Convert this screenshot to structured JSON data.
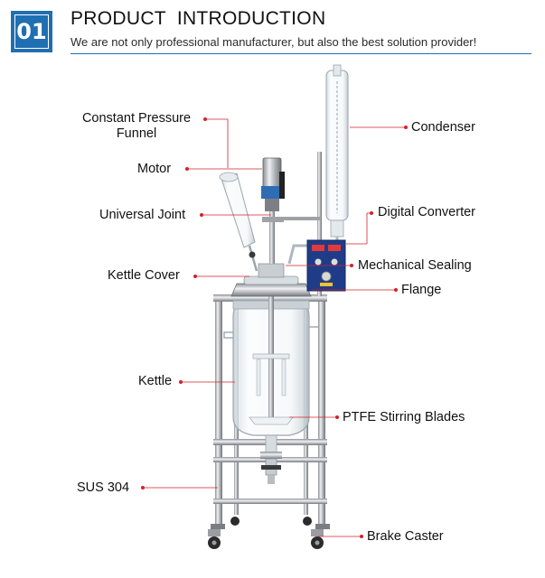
{
  "header": {
    "badge_number": "01",
    "title": "PRODUCT  INTRODUCTION",
    "subtitle": "We are not only professional manufacturer, but also the best solution provider!",
    "accent_color": "#1f6fb2"
  },
  "leader_color": "#d2232a",
  "labels": {
    "constant_pressure_funnel": "Constant Pressure\nFunnel",
    "motor": "Motor",
    "universal_joint": "Universal Joint",
    "kettle_cover": "Kettle Cover",
    "kettle": "Kettle",
    "sus_304": "SUS 304",
    "condenser": "Condenser",
    "digital_converter": "Digital Converter",
    "mechanical_sealing": "Mechanical Sealing",
    "flange": "Flange",
    "ptfe_stirring_blades": "PTFE Stirring Blades",
    "brake_caster": "Brake Caster"
  }
}
